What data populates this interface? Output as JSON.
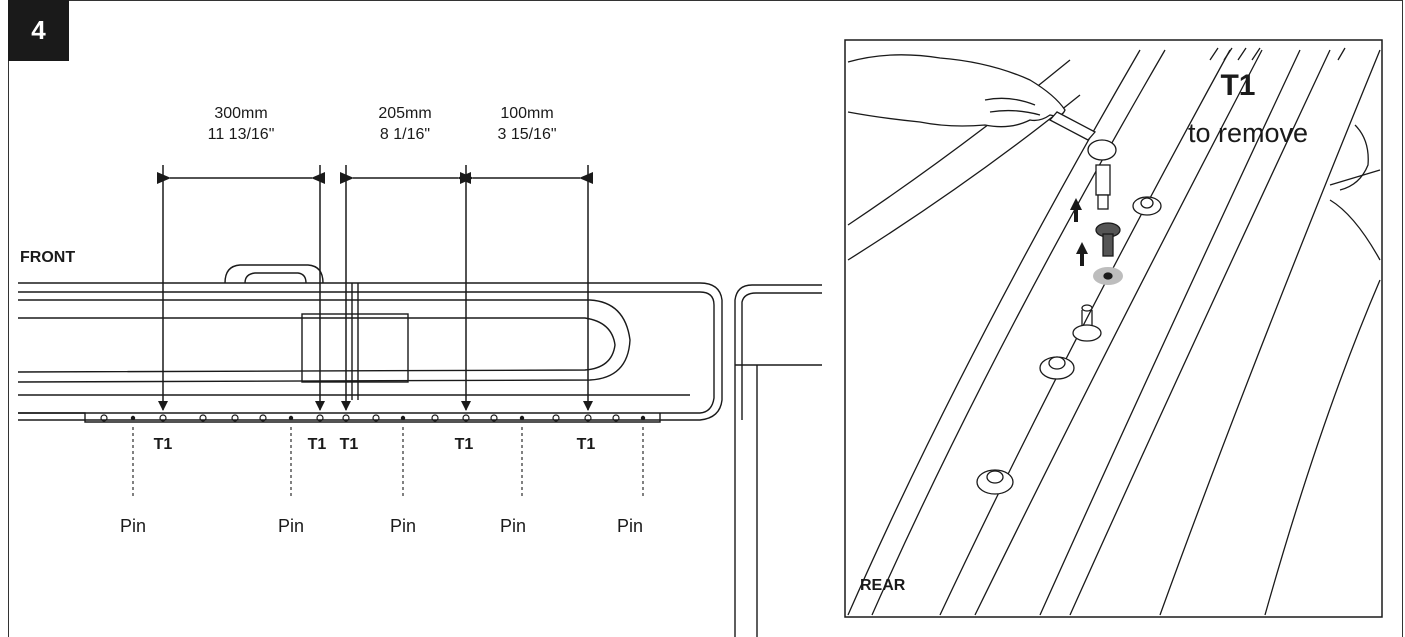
{
  "step": {
    "number": "4"
  },
  "left_panel": {
    "side_label": "FRONT",
    "dimensions": [
      {
        "mm": "300mm",
        "inch": "11 13/16\""
      },
      {
        "mm": "205mm",
        "inch": "8 1/16\""
      },
      {
        "mm": "100mm",
        "inch": "3 15/16\""
      }
    ],
    "bolt_labels": [
      "T1",
      "T1",
      "T1",
      "T1",
      "T1"
    ],
    "pin_labels": [
      "Pin",
      "Pin",
      "Pin",
      "Pin",
      "Pin"
    ]
  },
  "right_panel": {
    "tool": "T1",
    "caption": "to remove",
    "side_label": "REAR"
  },
  "colors": {
    "ink": "#1a1a1a",
    "badge": "#1a1a1a",
    "hole_shade": "#bdbdbd",
    "bolt_dark": "#555555"
  }
}
